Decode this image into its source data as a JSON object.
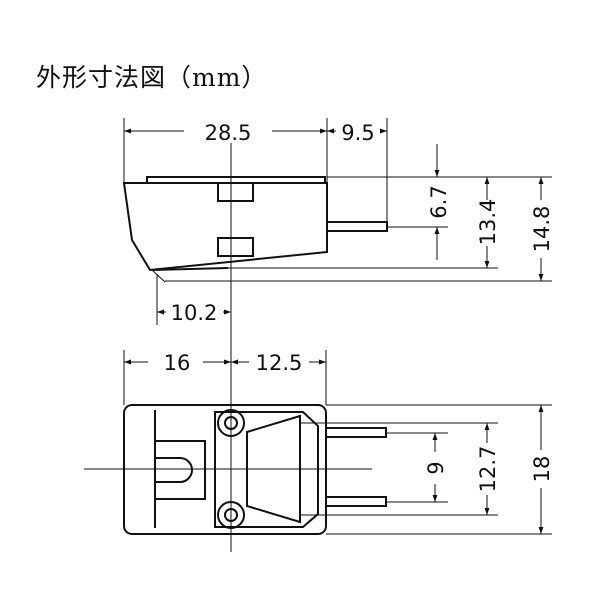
{
  "title": "外形寸法図（mm）",
  "dimensions": {
    "overall_length": "28.5",
    "pin_length": "9.5",
    "tip_offset": "10.2",
    "front_to_center": "16",
    "center_to_back": "12.5",
    "pin_height": "6.7",
    "height_to_mount": "13.4",
    "total_height": "14.8",
    "pin_spacing": "9",
    "mount_hole_spacing": "12.7",
    "total_width": "18"
  }
}
